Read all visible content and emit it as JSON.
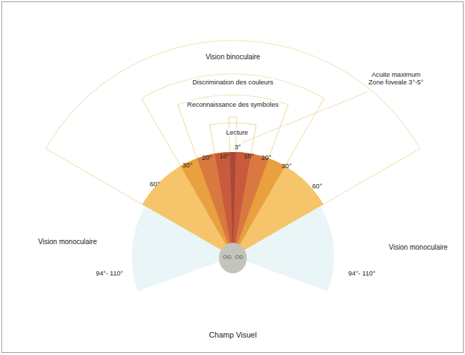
{
  "diagram": {
    "caption": "Champ Visuel",
    "labels": [
      "Vision binoculaire",
      "Discrimination des couleurs",
      "Reconnaissance des symboles",
      "Lecture",
      "Acuite maximum Zone foveale 3°-5°",
      "3°",
      "10°",
      "10°",
      "20°",
      "20°",
      "30°",
      "30°",
      "60°",
      "60°",
      "Vision monoculaire",
      "Vision monoculaire",
      "94°- 110°",
      "94°- 110°",
      "OG",
      "OD"
    ]
  }
}
